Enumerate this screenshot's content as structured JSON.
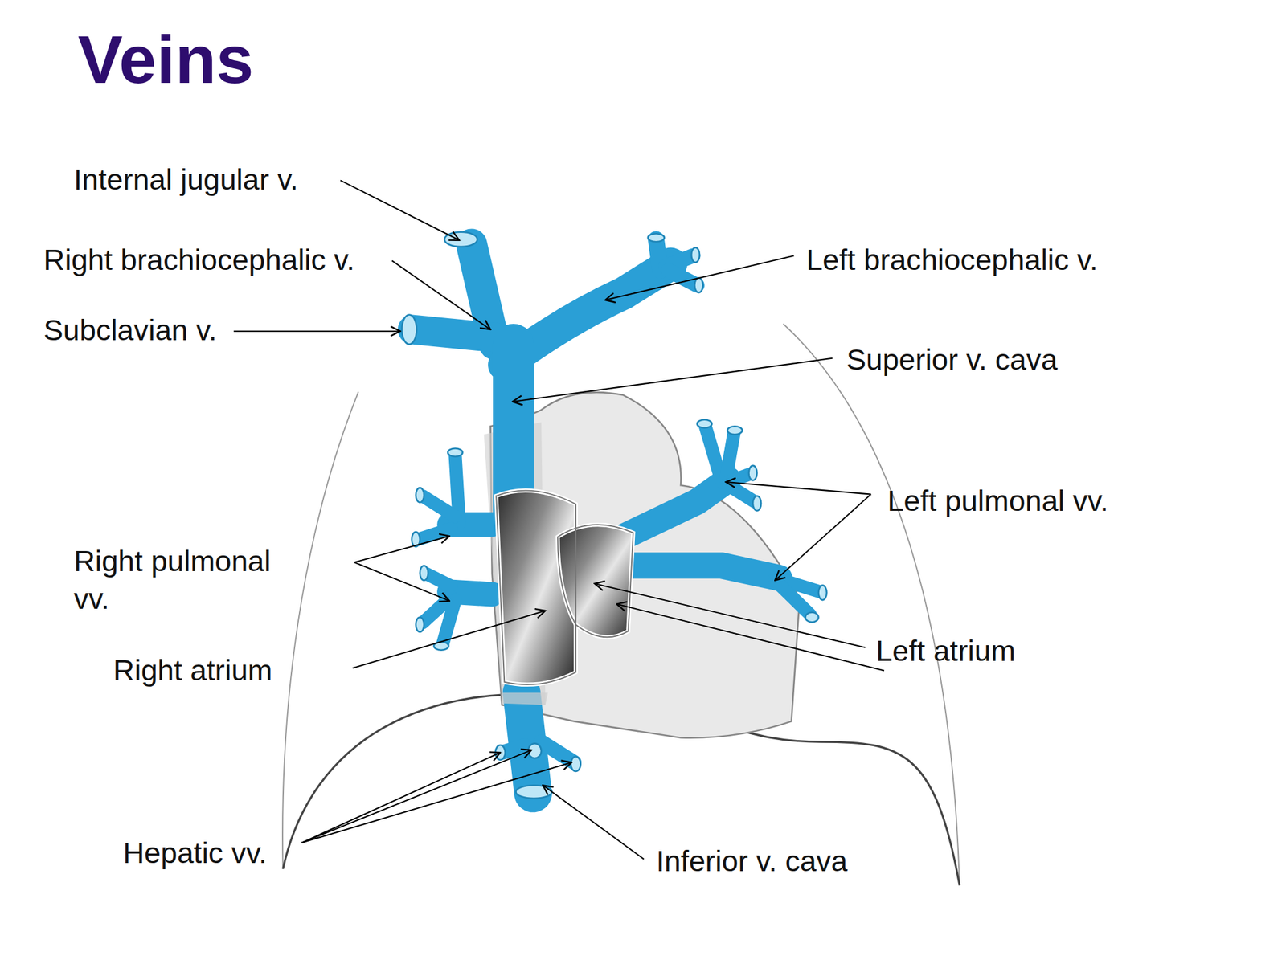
{
  "diagram": {
    "title": "Veins",
    "labels": [
      "Internal jugular v.",
      "Right brachiocephalic v.",
      "Left brachiocephalic v.",
      "Subclavian v.",
      "Superior v. cava",
      "Left pulmonal vv.",
      "Right pulmonal vv.",
      "Left atrium",
      "Right atrium",
      "Hepatic vv.",
      "Inferior v. cava"
    ]
  }
}
